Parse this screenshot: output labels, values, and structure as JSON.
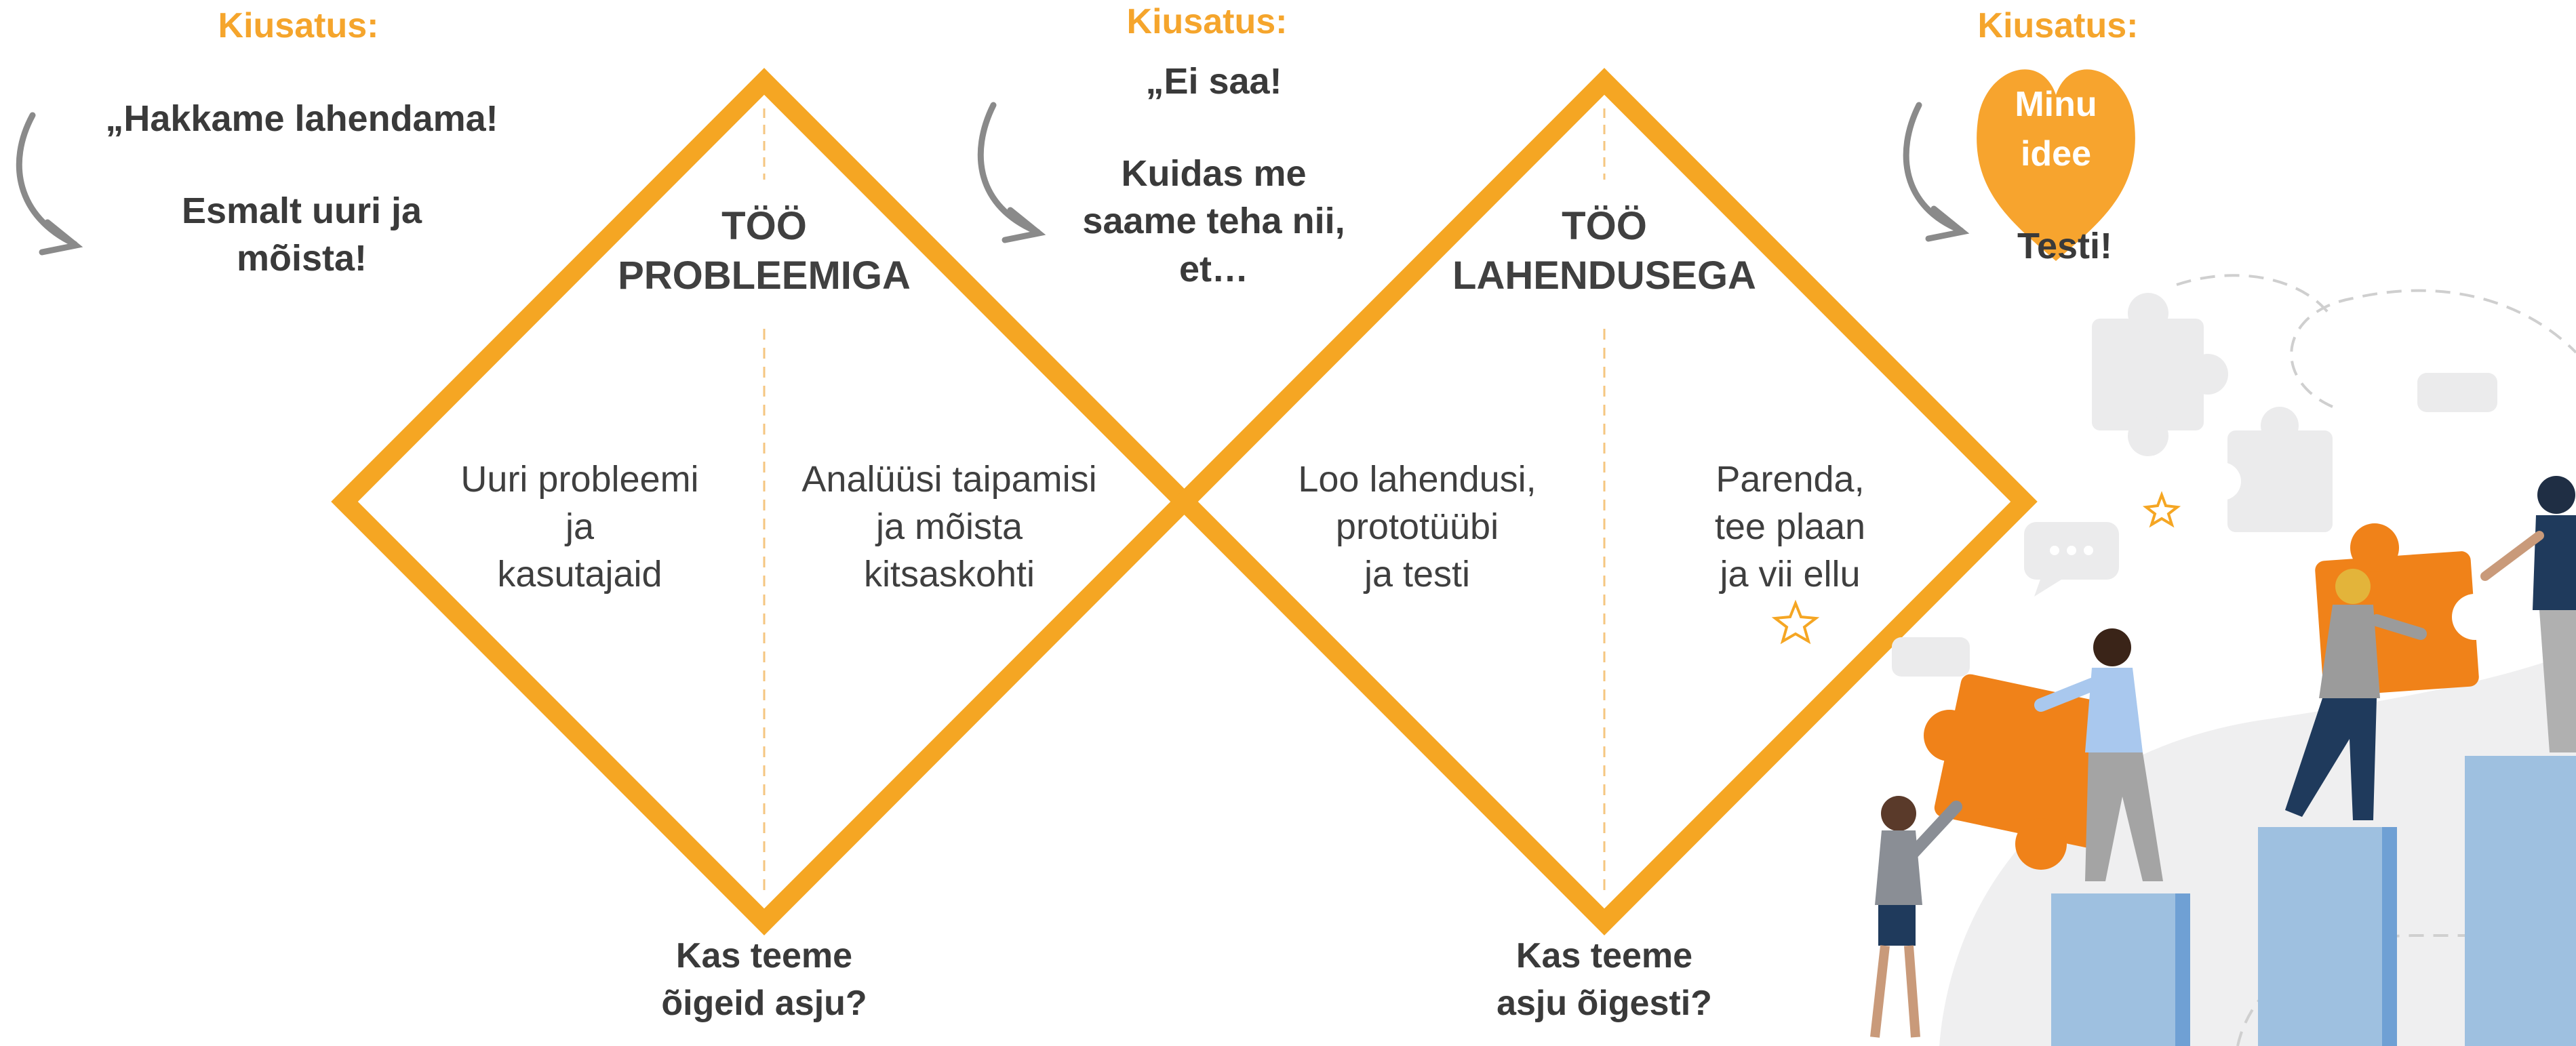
{
  "colors": {
    "diamond_stroke": "#F5A623",
    "temptation_label": "#F5A52C",
    "text_dark": "#3a3a3a",
    "puzzle_orange": "#F08219",
    "step_blue": "#9EC0E0"
  },
  "diagram": {
    "temptations": [
      {
        "label": "Kiusatus:",
        "quote_lines": [
          "„Hakkame lahendama!",
          "",
          "Esmalt uuri ja",
          "mõista!"
        ]
      },
      {
        "label": "Kiusatus:",
        "quote_lines": [
          "„Ei saa!",
          "",
          "Kuidas me",
          "saame teha nii,",
          "et…"
        ]
      },
      {
        "label": "Kiusatus:",
        "heart_lines": [
          "Minu",
          "idee"
        ],
        "quote_lines": [
          "Testi!"
        ]
      }
    ],
    "diamonds": [
      {
        "title_lines": [
          "TÖÖ",
          "PROBLEEMIGA"
        ],
        "left_step_lines": [
          "Uuri probleemi",
          "ja",
          "kasutajaid"
        ],
        "right_step_lines": [
          "Analüüsi taipamisi",
          "ja mõista",
          "kitsaskohti"
        ],
        "question_lines": [
          "Kas teeme",
          "õigeid asju?"
        ]
      },
      {
        "title_lines": [
          "TÖÖ",
          "LAHENDUSEGA"
        ],
        "left_step_lines": [
          "Loo lahendusi,",
          "prototüübi",
          "ja testi"
        ],
        "right_step_lines": [
          "Parenda,",
          "tee plaan",
          "ja vii ellu"
        ],
        "question_lines": [
          "Kas teeme",
          "asju õigesti?"
        ]
      }
    ]
  }
}
